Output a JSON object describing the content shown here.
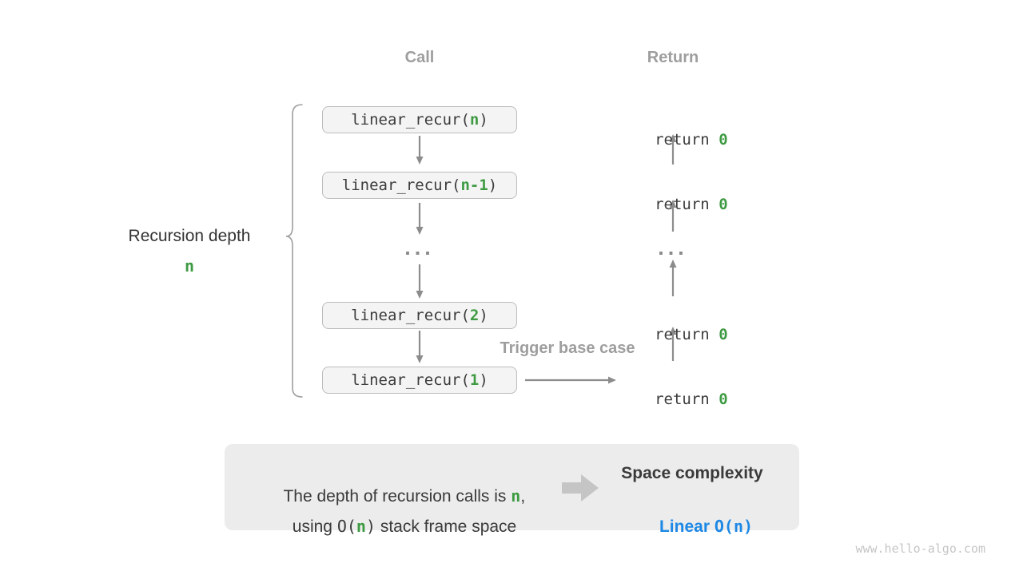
{
  "headers": {
    "call": "Call",
    "return": "Return"
  },
  "depth_label": {
    "text": "Recursion depth",
    "value": "n"
  },
  "call_stack": {
    "boxes": [
      {
        "prefix": "linear_recur(",
        "arg": "n",
        "suffix": ")"
      },
      {
        "prefix": "linear_recur(",
        "arg": "n-1",
        "suffix": ")"
      },
      {
        "prefix": "linear_recur(",
        "arg": "2",
        "suffix": ")"
      },
      {
        "prefix": "linear_recur(",
        "arg": "1",
        "suffix": ")"
      }
    ],
    "ellipsis": "..."
  },
  "return_stack": {
    "items": [
      {
        "keyword": "return ",
        "value": "0"
      },
      {
        "keyword": "return ",
        "value": "0"
      },
      {
        "keyword": "return ",
        "value": "0"
      },
      {
        "keyword": "return ",
        "value": "0"
      }
    ],
    "ellipsis": "..."
  },
  "trigger_label": "Trigger base case",
  "summary": {
    "line1": {
      "pre": "The depth of recursion calls is ",
      "n": "n",
      "post": ","
    },
    "line2": {
      "pre": "using ",
      "o_open": "O(",
      "n": "n",
      "o_close": ")",
      "post": " stack frame space"
    },
    "title": "Space complexity",
    "value": {
      "word": "Linear ",
      "o_open": "O(",
      "n": "n",
      "o_close": ")"
    }
  },
  "watermark": "www.hello-algo.com",
  "colors": {
    "green": "#3f9b43",
    "blue": "#1e88e5",
    "gray_label": "#9e9e9e",
    "code_text": "#3c3c3c",
    "arrow": "#8c8c8c",
    "box_fill": "#f4f4f4",
    "box_border": "#bcbcbc",
    "panel_fill": "#ececec",
    "block_arrow": "#c5c5c5",
    "watermark": "#c6c6c6"
  }
}
